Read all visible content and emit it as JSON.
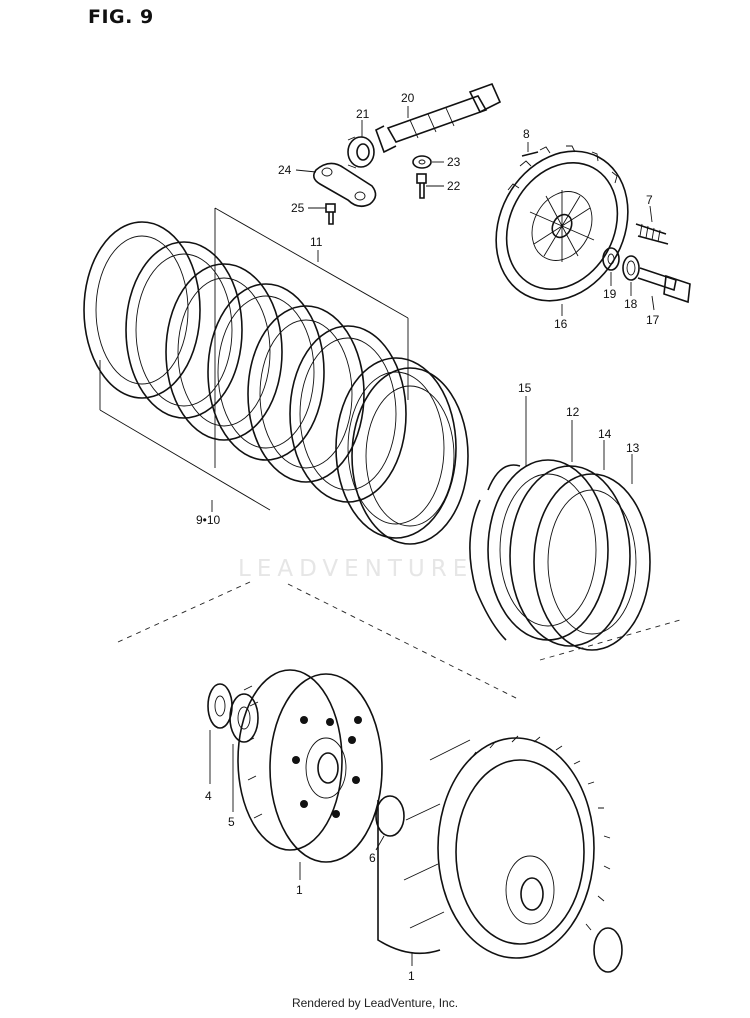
{
  "figure": {
    "title": "FIG. 9",
    "footer": "Rendered by LeadVenture, Inc.",
    "watermark": "LEADVENTURE"
  },
  "callouts": [
    {
      "id": "c20",
      "text": "20"
    },
    {
      "id": "c21",
      "text": "21"
    },
    {
      "id": "c23",
      "text": "23"
    },
    {
      "id": "c22",
      "text": "22"
    },
    {
      "id": "c24",
      "text": "24"
    },
    {
      "id": "c25",
      "text": "25"
    },
    {
      "id": "c8",
      "text": "8"
    },
    {
      "id": "c7",
      "text": "7"
    },
    {
      "id": "c19",
      "text": "19"
    },
    {
      "id": "c18",
      "text": "18"
    },
    {
      "id": "c17",
      "text": "17"
    },
    {
      "id": "c16",
      "text": "16"
    },
    {
      "id": "c11",
      "text": "11"
    },
    {
      "id": "c910",
      "text": "9•10"
    },
    {
      "id": "c15",
      "text": "15"
    },
    {
      "id": "c12",
      "text": "12"
    },
    {
      "id": "c14",
      "text": "14"
    },
    {
      "id": "c13",
      "text": "13"
    },
    {
      "id": "c4",
      "text": "4"
    },
    {
      "id": "c5",
      "text": "5"
    },
    {
      "id": "c6",
      "text": "6"
    },
    {
      "id": "c1a",
      "text": "1"
    },
    {
      "id": "c1b",
      "text": "1"
    }
  ]
}
